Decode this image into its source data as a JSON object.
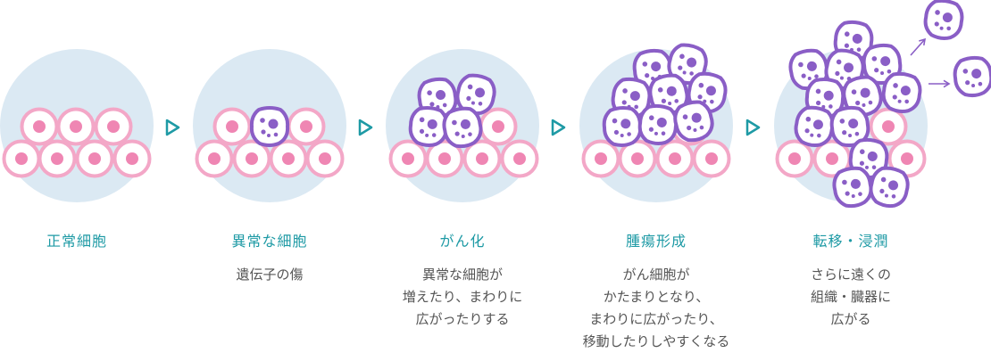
{
  "colors": {
    "background_circle": "#dbe9f3",
    "normal_cell_ring": "#f3a7c7",
    "normal_cell_nucleus": "#ef86b3",
    "abnormal_cell_border": "#8a5ec6",
    "abnormal_cell_nucleus": "#8a5ec6",
    "arrow": "#1e9aa5",
    "spread_arrow": "#8a5ec6",
    "title_text": "#1e9aa5",
    "body_text": "#555555"
  },
  "icons": [
    "triangle-arrow-icon",
    "spread-arrow-icon"
  ],
  "stages": [
    {
      "title": "正常細胞",
      "desc": []
    },
    {
      "title": "異常な細胞",
      "desc": [
        "遺伝子の傷"
      ]
    },
    {
      "title": "がん化",
      "desc": [
        "異常な細胞が",
        "増えたり、まわりに",
        "広がったりする"
      ]
    },
    {
      "title": "腫瘍形成",
      "desc": [
        "がん細胞が",
        "かたまりとなり、",
        "まわりに広がったり、",
        "移動したりしやすくなる"
      ]
    },
    {
      "title": "転移・浸潤",
      "desc": [
        "さらに遠くの",
        "組織・臓器に",
        "広がる"
      ]
    }
  ]
}
